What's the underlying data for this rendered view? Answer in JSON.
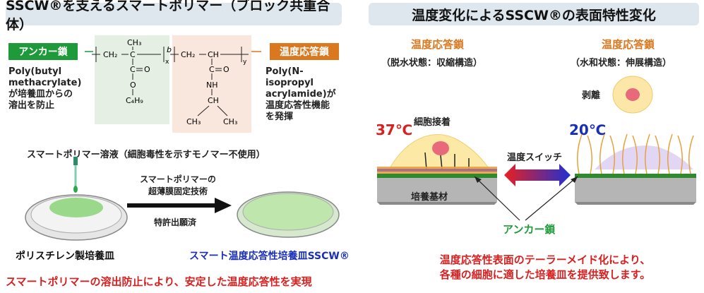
{
  "left": {
    "title": "SSCW®を支えるスマートポリマー（ブロック共重合体）",
    "anchor_label": "アンカー鎖",
    "anchor_desc": [
      "Poly(butyl",
      "methacrylate)",
      "が培養皿からの",
      "溶出を防止"
    ],
    "thermo_label": "温度応答鎖",
    "thermo_desc": [
      "Poly(N-isopropyl",
      "acrylamide)が",
      "温度応答性機能",
      "を発揮"
    ],
    "chem": {
      "ch3": "CH₃",
      "ch2": "CH₂",
      "c": "C",
      "ch": "CH",
      "o": "O",
      "c4h9": "C₄H₉",
      "nh": "NH",
      "x": "x",
      "y": "y",
      "b": "b",
      "ch3_a": "CH₃",
      "ch3_b": "CH₃"
    },
    "solution_label": "スマートポリマー溶液（細胞毒性を示すモノマー不使用）",
    "process_line1": "スマートポリマーの",
    "process_line2": "超薄膜固定技術",
    "patent": "特許出願済",
    "dish_left_label": "ポリスチレン製培養皿",
    "dish_right_label": "スマート温度応答性培養皿SSCW®",
    "bottom_message": "スマートポリマーの溶出防止により、安定した温度応答性を実現"
  },
  "right": {
    "title": "温度変化によるSSCW®の表面特性変化",
    "left_chain_label": "温度応答鎖",
    "left_state": "（脱水状態：収縮構造）",
    "right_chain_label": "温度応答鎖",
    "right_state": "（水和状態：伸展構造）",
    "detach": "剥離",
    "cell_attach": "細胞接着",
    "temp_hot": "37℃",
    "temp_cold": "20℃",
    "switch": "温度スイッチ",
    "substrate": "培養基材",
    "anchor": "アンカー鎖",
    "message_line1": "温度応答性表面のテーラーメイド化により、",
    "message_line2": "各種の細胞に適した培養皿を提供致します。"
  },
  "colors": {
    "title_bg": "#dfe7ee",
    "anchor_green": "#1f9a3a",
    "thermo_orange": "#d9781f",
    "accent_red": "#d92020",
    "accent_blue": "#1a2fb8"
  }
}
